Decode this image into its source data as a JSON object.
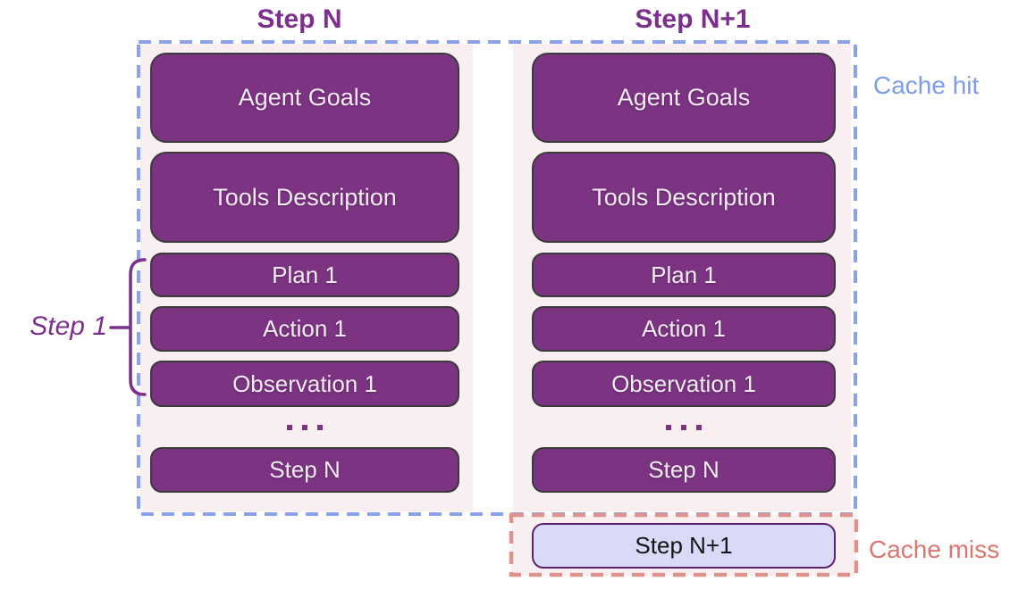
{
  "titles": {
    "left": "Step N",
    "right": "Step N+1"
  },
  "annotations": {
    "cache_hit": {
      "label": "Cache hit",
      "color": "#7f9bec"
    },
    "cache_miss": {
      "label": "Cache miss",
      "color": "#db7670"
    },
    "step1": {
      "label": "Step 1",
      "color": "#7d2f8d"
    }
  },
  "columns": [
    {
      "title": "Step N",
      "boxes": {
        "agent_goals": "Agent Goals",
        "tools_description": "Tools Description",
        "plan": "Plan 1",
        "action": "Action 1",
        "observation": "Observation 1",
        "ellipsis": ". . .",
        "step_n": "Step N"
      }
    },
    {
      "title": "Step N+1",
      "boxes": {
        "agent_goals": "Agent Goals",
        "tools_description": "Tools Description",
        "plan": "Plan 1",
        "action": "Action 1",
        "observation": "Observation 1",
        "ellipsis": ". . .",
        "step_n": "Step N"
      }
    }
  ],
  "cache_miss_row": {
    "label": "Step N+1"
  },
  "colors": {
    "box_fill": "#7b3382",
    "box_border": "#3a3a3a",
    "box_text": "#f3edf3",
    "panel_background": "#f9eff1",
    "cache_hit_border": "#8aa2ee",
    "cache_miss_border": "#dd928c",
    "title_text": "#7d2f8d",
    "miss_box_fill": "#d9daf7",
    "miss_box_border": "#5e2170"
  }
}
